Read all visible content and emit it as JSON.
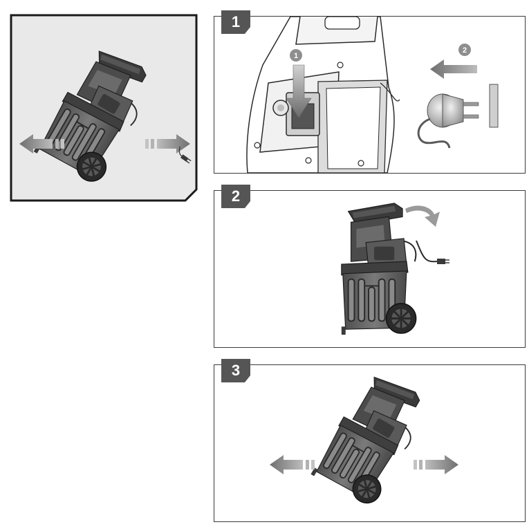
{
  "steps": [
    {
      "number": "1",
      "sub_steps": [
        "1",
        "2"
      ]
    },
    {
      "number": "2"
    },
    {
      "number": "3"
    }
  ],
  "colors": {
    "frame": "#1a1a1a",
    "overview_background": "#e9e9e9",
    "badge": "#555555",
    "machine_dark": "#3c3c3c",
    "machine_mid": "#6a6a6a",
    "machine_light": "#a8a8a8",
    "arrow_gray": "#8f8f8f",
    "arrow_dark": "#5a5a5a",
    "line": "#2a2a2a"
  },
  "icons": [
    "push-down-arrow-icon",
    "unplug-arrow-icon",
    "plug-icon",
    "curved-arrow-icon",
    "double-arrow-icon",
    "shredder-machine-icon",
    "wheel-icon"
  ]
}
